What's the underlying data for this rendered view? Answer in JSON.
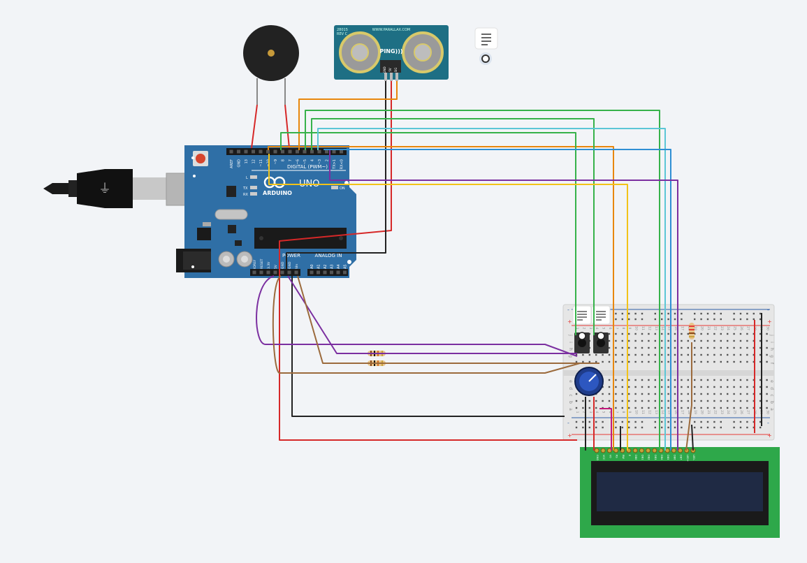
{
  "colors": {
    "background": "#f2f4f7",
    "arduino_board": "#2f6fa6",
    "sensor_board": "#1e6f84",
    "lcd_board": "#2ea84a",
    "lcd_screen": "#1f2a44",
    "breadboard": "#e6e6e6",
    "rail_red": "#e53935",
    "rail_blue": "#2d5fa8"
  },
  "sensor": {
    "model": "28015",
    "rev": "REV C",
    "url": "WWW.PARALLAX.COM",
    "name": "PING)))",
    "pins": [
      "GND",
      "5V",
      "SIG"
    ]
  },
  "arduino": {
    "brand": "ARDUINO",
    "model": "UNO",
    "digital_label": "DIGITAL (PWM~)",
    "power_label": "POWER",
    "analog_label": "ANALOG IN",
    "led_labels": [
      "L",
      "TX",
      "RX",
      "ON"
    ],
    "digital_pins": [
      "AREF",
      "GND",
      "13",
      "12",
      "~11",
      "~10",
      "~9",
      "8",
      "7",
      "~6",
      "~5",
      "4",
      "~3",
      "2",
      "TX>1",
      "RX<0"
    ],
    "power_pins": [
      "IOREF",
      "RESET",
      "3.3V",
      "5V",
      "GND",
      "GND",
      "Vin"
    ],
    "analog_pins": [
      "A0",
      "A1",
      "A2",
      "A3",
      "A4",
      "A5"
    ]
  },
  "breadboard": {
    "rail_signs": [
      "-",
      "+"
    ],
    "rows_top": [
      "f",
      "g",
      "h",
      "i",
      "j"
    ],
    "rows_bottom": [
      "a",
      "b",
      "c",
      "d",
      "e"
    ],
    "columns": [
      "1",
      "2",
      "3",
      "4",
      "5",
      "6",
      "7",
      "8",
      "9",
      "10",
      "11",
      "12",
      "13",
      "14",
      "15",
      "16",
      "17",
      "18",
      "19",
      "20",
      "21",
      "22",
      "23",
      "24",
      "25",
      "26",
      "27",
      "28",
      "29",
      "30"
    ]
  },
  "lcd": {
    "pin_labels": [
      "GND",
      "VCC",
      "V0",
      "RS",
      "RW",
      "E",
      "DB0",
      "DB1",
      "DB2",
      "DB3",
      "DB4",
      "DB5",
      "DB6",
      "DB7",
      "LED+",
      "LED-"
    ]
  },
  "note_icons": [
    "note-icon"
  ]
}
